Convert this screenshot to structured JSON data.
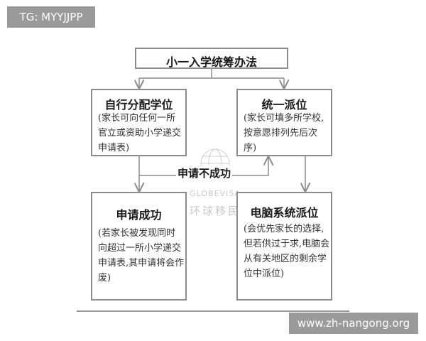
{
  "tags": {
    "top": "TG: MYYJJPP",
    "bottom": "www.zh-nangong.org"
  },
  "diagram": {
    "title": "小一入学统筹办法",
    "self_allocation": {
      "title": "自行分配学位",
      "body": "(家长可向任何一所官立或资助小学递交申请表)"
    },
    "unified_allocation": {
      "title": "统一派位",
      "body": "(家长可填多所学校,按意愿排列先后次序)"
    },
    "success": {
      "title": "申请成功",
      "body": "(若家长被发现同时向超过一所小学递交申请表,其申请将会作废)"
    },
    "computer_allocation": {
      "title": "电脑系统派位",
      "body": "(会优先家长的选择,但若供过于求,电脑会从有关地区的剩余学位中派位)"
    },
    "fail_label": "申请不成功"
  },
  "watermark": {
    "english": "GLOBEVISA",
    "chinese": "环球移民"
  },
  "colors": {
    "line": "#8c8c8c",
    "tag_bg": "#9a9a9a",
    "watermark": "#c8c8c8"
  }
}
